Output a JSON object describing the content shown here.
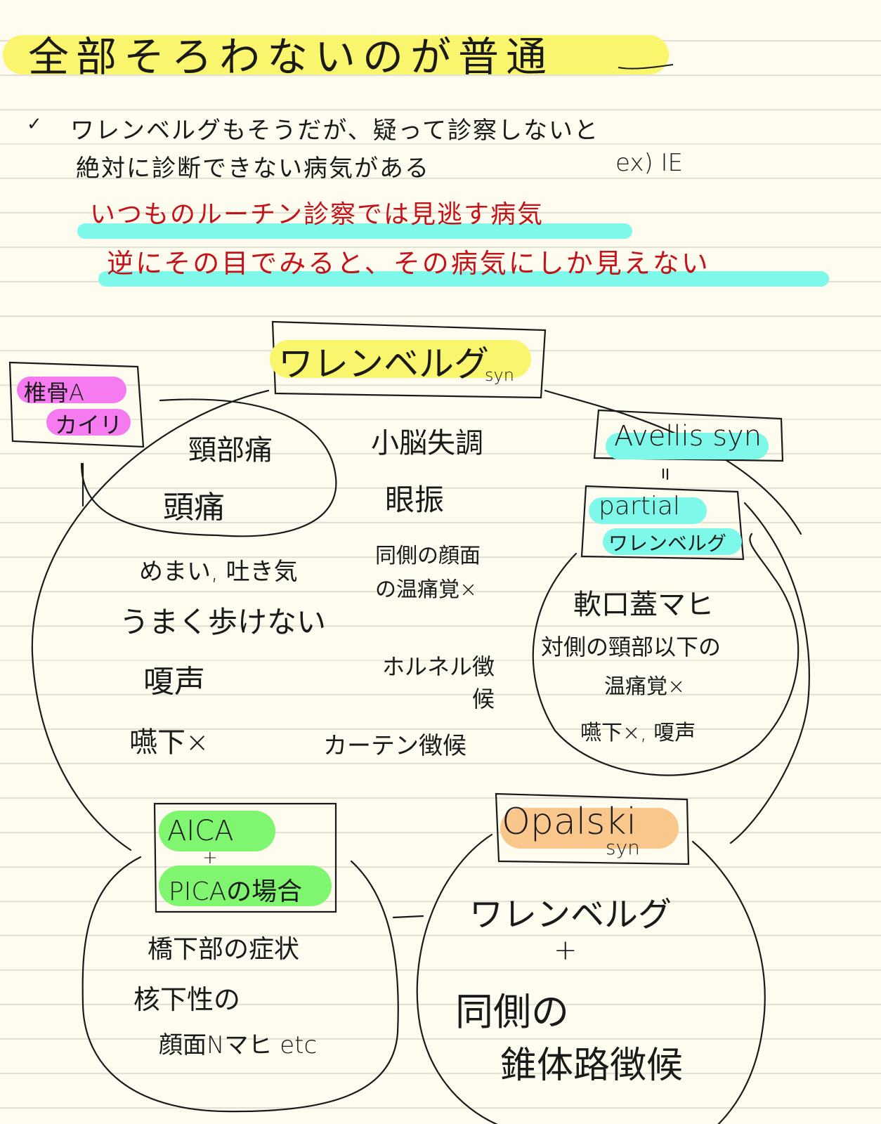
{
  "title": "全部そろわないのが普通",
  "intro": {
    "check_mark": "✓",
    "line1": "ワレンベルグもそうだが、疑って診察しないと",
    "line2": "絶対に診断できない病気がある",
    "example": "ex) IE"
  },
  "red_notes": {
    "line1": "いつものルーチン診察では見逃す病気",
    "line2": "逆にその目でみると、その病気にしか見えない"
  },
  "highlight_colors": {
    "yellow": "#f9f56c",
    "cyan": "#7ef9e9",
    "magenta": "#f77bf0",
    "green": "#7ff570",
    "orange": "#f9c78b",
    "red_ink": "#c4141b"
  },
  "center_node": {
    "title": "ワレンベルグ",
    "suffix": "syn"
  },
  "left_node": {
    "line1": "椎骨A",
    "line2": "カイリ"
  },
  "wallenberg_symptoms": {
    "inner_group": [
      "頸部痛",
      "頭痛"
    ],
    "left_column": [
      "めまい, 吐き気",
      "うまく歩けない",
      "嗄声",
      "嚥下×"
    ],
    "right_column": [
      "小脳失調",
      "眼振",
      "同側の顔面の温痛覚×",
      "ホルネル徴候",
      "カーテン徴候"
    ]
  },
  "avellis_node": {
    "title": "Avellis syn",
    "equals": "=",
    "sub_line1": "partial",
    "sub_line2": "ワレンベルグ",
    "symptoms": [
      "軟口蓋マヒ",
      "対側の頸部以下の",
      "温痛覚×",
      "嚥下×, 嗄声"
    ]
  },
  "aica_node": {
    "line1": "AICA",
    "plus": "+",
    "line2": "PICAの場合",
    "symptoms": [
      "橋下部の症状",
      "核下性の",
      "顔面Nマヒ etc"
    ]
  },
  "opalski_node": {
    "title": "Opalski",
    "suffix": "syn",
    "content": [
      "ワレンベルグ",
      "+",
      "同側の",
      "錐体路徴候"
    ]
  }
}
